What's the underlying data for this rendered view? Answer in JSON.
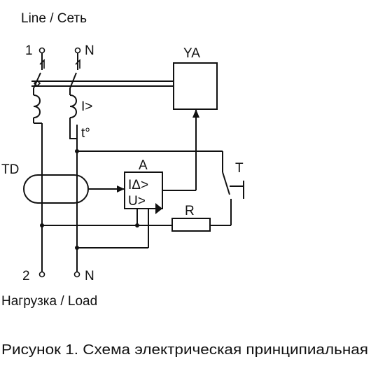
{
  "labels": {
    "supply": "Line / Сеть",
    "load": "Нагрузка / Load",
    "term_line_1": "1",
    "term_line_n": "N",
    "term_load_2": "2",
    "term_load_n": "N",
    "ya": "YA",
    "overcurrent": "I>",
    "thermal": "t°",
    "td": "TD",
    "amplifier": "A",
    "residual_current": "IΔ>",
    "undervoltage": "U>",
    "test_button": "T",
    "resistor": "R"
  },
  "caption": "Рисунок 1. Схема электрическая принципиальная"
}
